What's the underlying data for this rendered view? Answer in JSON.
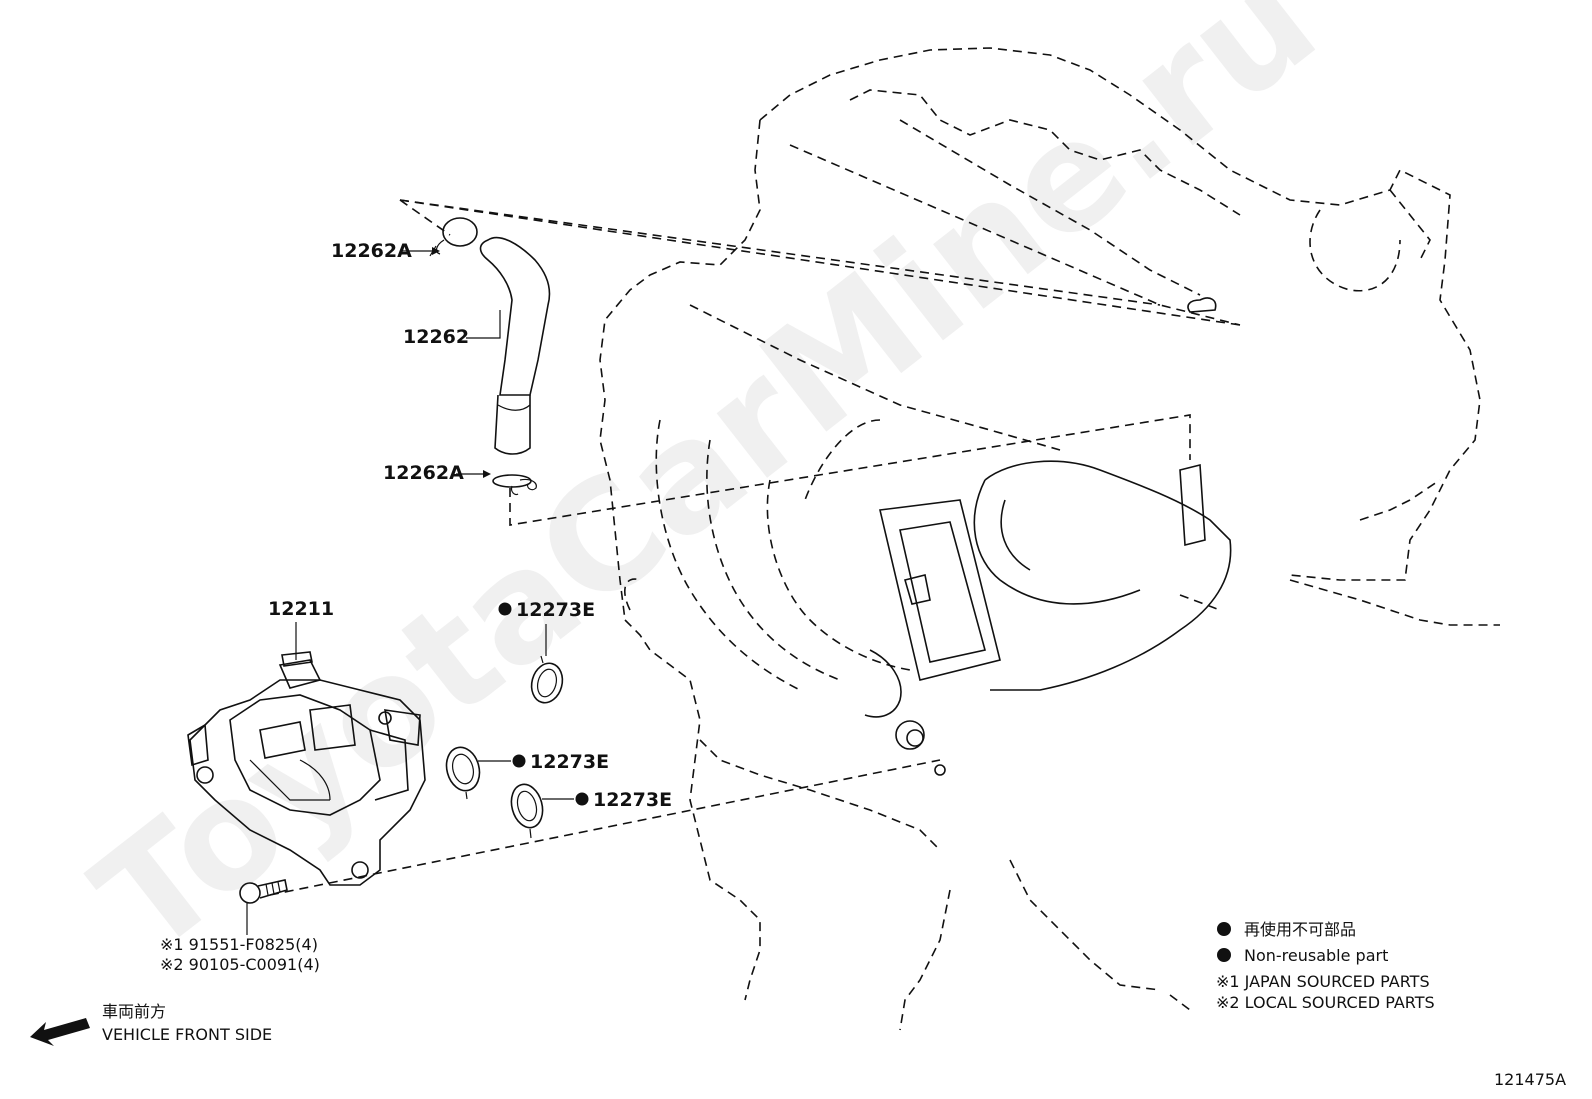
{
  "watermark": "ToyotaCarMine.ru",
  "parts": {
    "clip_top": "12262A",
    "hose": "12262",
    "clip_bottom": "12262A",
    "separator": "12211",
    "gasket_1": "12273E",
    "gasket_2": "12273E",
    "gasket_3": "12273E",
    "bolt_line_1": "※1 91551-F0825(4)",
    "bolt_line_2": "※2 90105-C0091(4)"
  },
  "front_direction": {
    "jp": "車両前方",
    "en": "VEHICLE FRONT SIDE"
  },
  "legend": {
    "non_reusable_jp": "再使用不可部品",
    "non_reusable_en": "Non-reusable part",
    "note1": "※1  JAPAN SOURCED PARTS",
    "note2": "※2  LOCAL SOURCED PARTS"
  },
  "diagram_id": "121475A"
}
